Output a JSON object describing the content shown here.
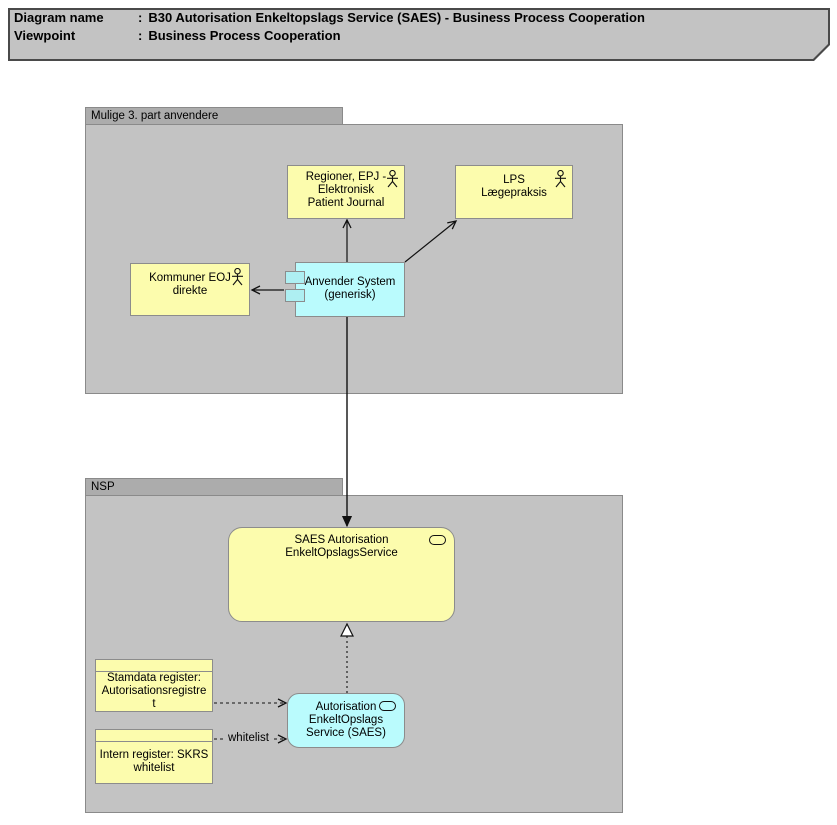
{
  "title_block": {
    "rows": [
      {
        "label": "Diagram name",
        "separator": ":",
        "value": "B30 Autorisation Enkeltopslags Service (SAES) - Business Process Cooperation"
      },
      {
        "label": "Viewpoint",
        "separator": ":",
        "value": "Business Process Cooperation"
      }
    ]
  },
  "groups": {
    "mulige": {
      "label": "Mulige 3. part anvendere"
    },
    "nsp": {
      "label": "NSP"
    }
  },
  "nodes": {
    "regioner": {
      "type": "business-actor",
      "lines": [
        "Regioner, EPJ -",
        "Elektronisk",
        "Patient Journal"
      ]
    },
    "lps": {
      "type": "business-actor",
      "lines": [
        "LPS",
        "Lægepraksis"
      ]
    },
    "kommuner": {
      "type": "business-actor",
      "lines": [
        "Kommuner EOJ",
        "direkte"
      ]
    },
    "anvender_system": {
      "type": "application-component",
      "lines": [
        "Anvender System",
        "(generisk)"
      ]
    },
    "saes_service": {
      "type": "application-service",
      "lines": [
        "SAES Autorisation",
        "EnkeltOpslagsService"
      ]
    },
    "autorisation_service": {
      "type": "application-service",
      "lines": [
        "Autorisation",
        "EnkeltOpslags",
        "Service (SAES)"
      ]
    },
    "stamdata_register": {
      "type": "business-object",
      "lines": [
        "Stamdata register:",
        "Autorisationsregistre",
        "t"
      ]
    },
    "intern_register": {
      "type": "business-object",
      "lines": [
        "Intern register: SKRS",
        "whitelist"
      ]
    }
  },
  "connections": {
    "whitelist_label": "whitelist"
  },
  "colors": {
    "actor_fill": "#FCFCAD",
    "component_fill": "#BAFBFD",
    "group_fill": "#C3C3C3",
    "group_tab_fill": "#ACACAC",
    "note_fill": "#C3C3C3"
  }
}
